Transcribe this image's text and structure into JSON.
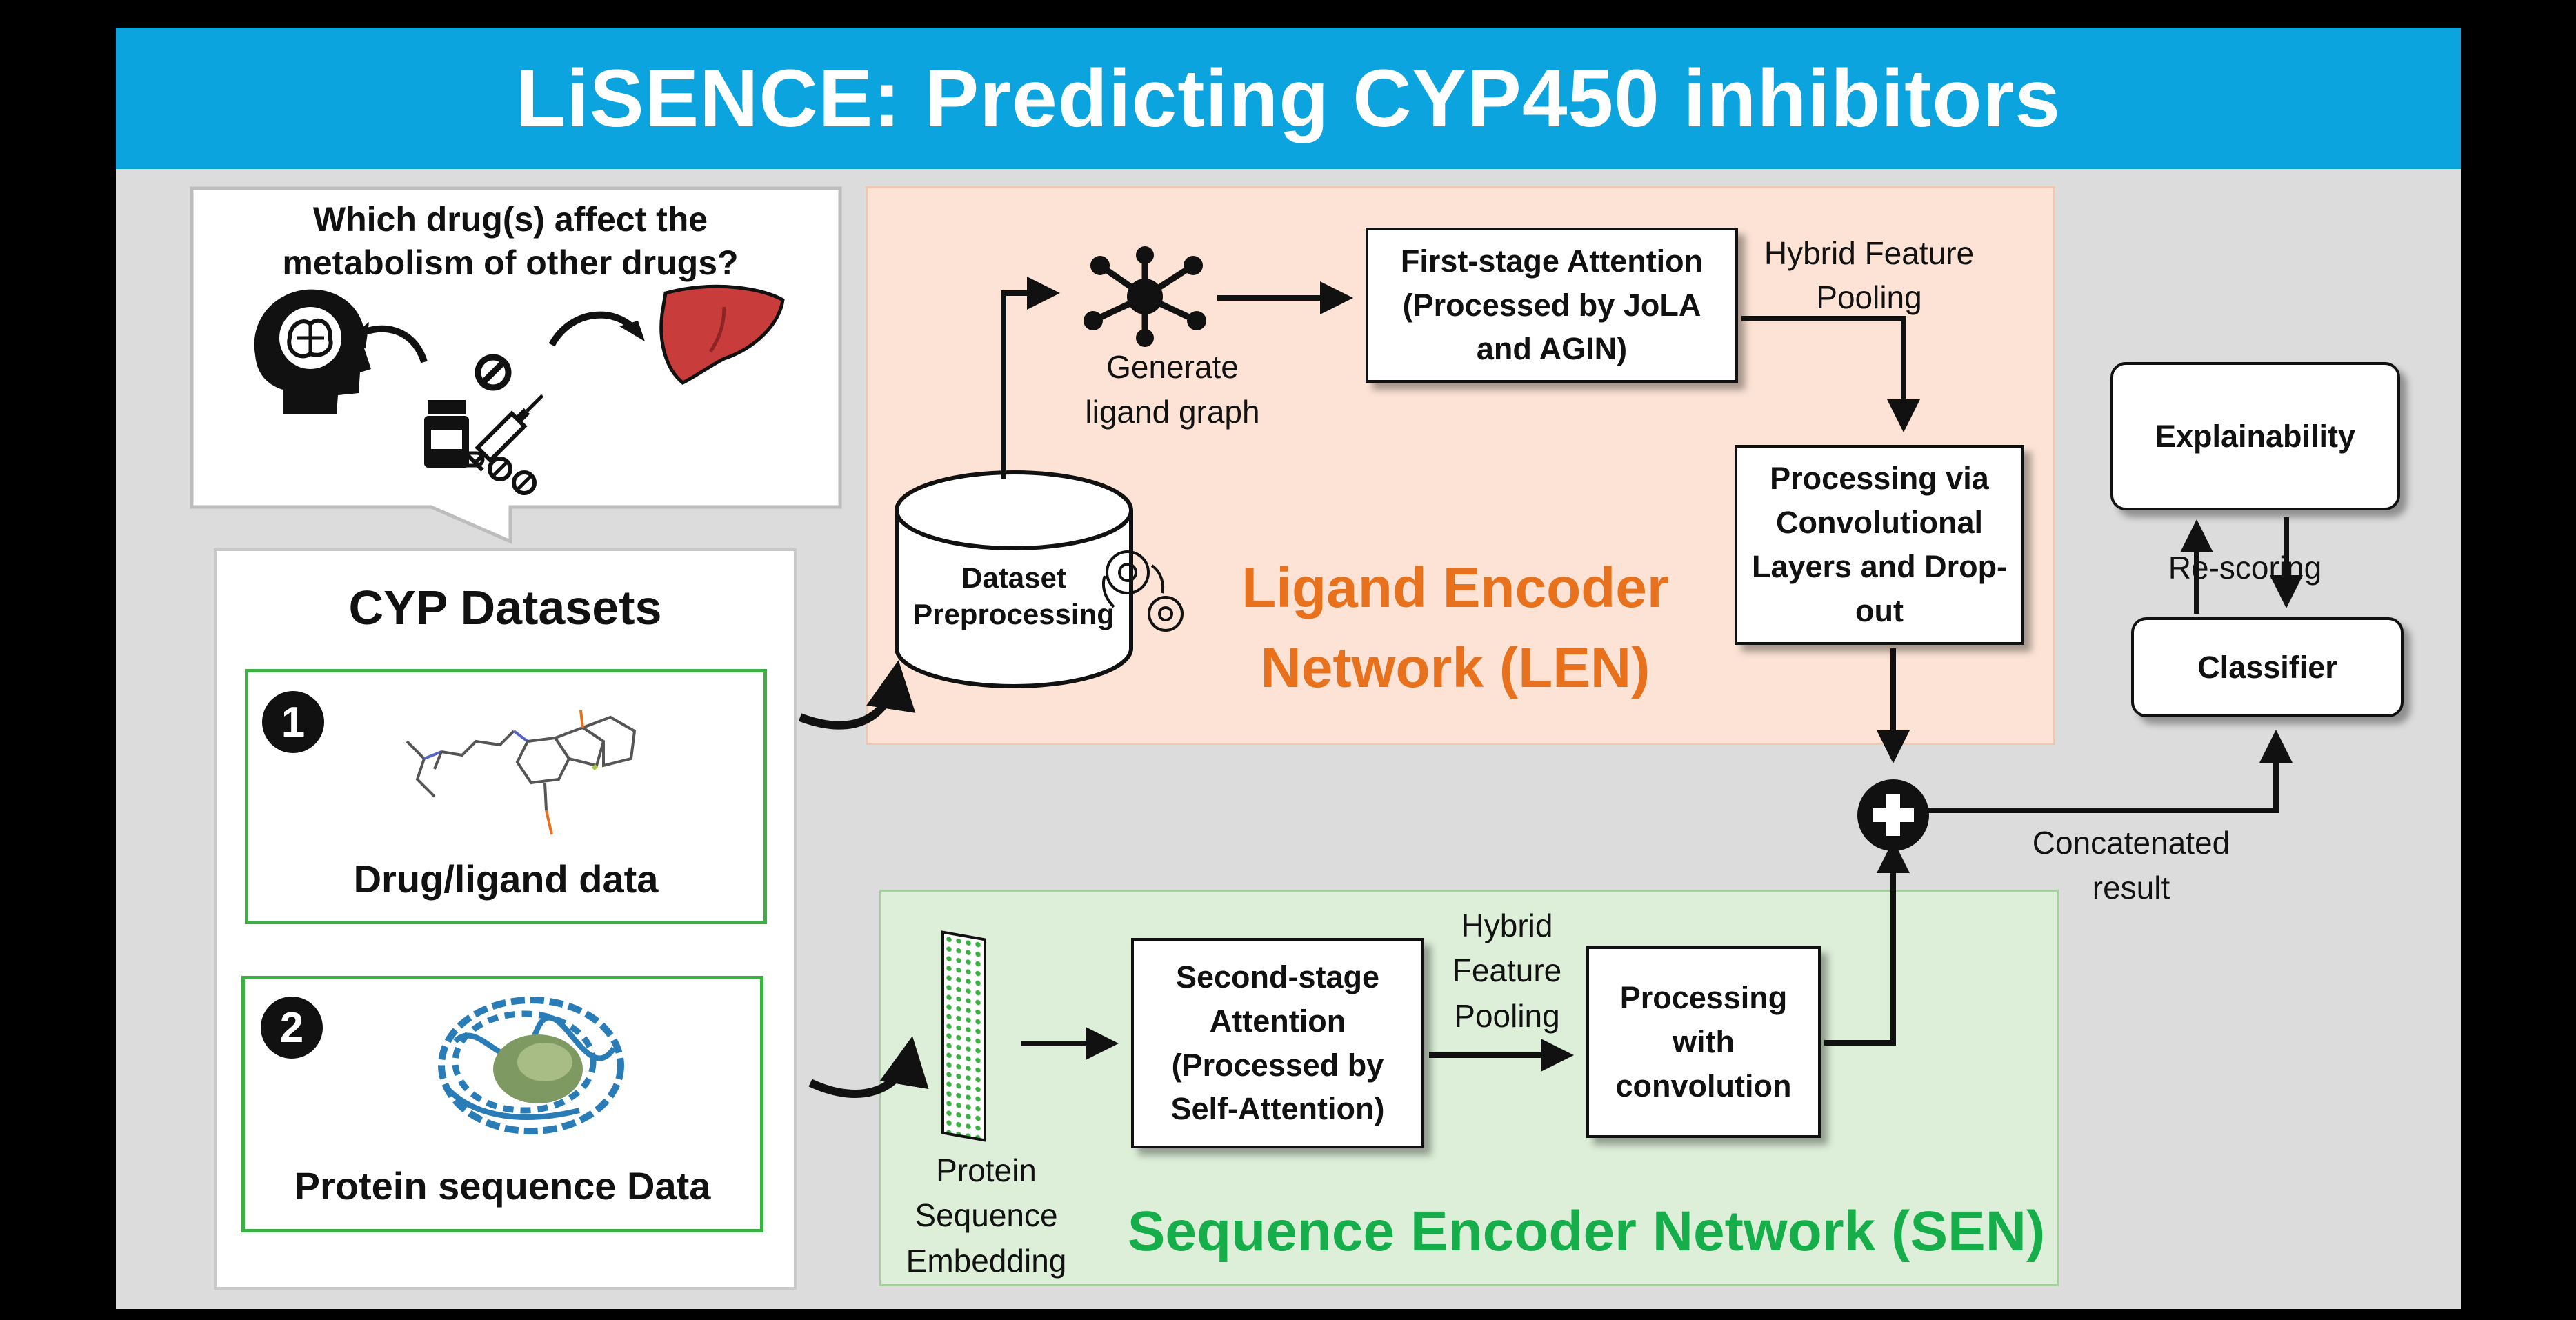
{
  "title": "LiSENCE: Predicting CYP450 inhibitors",
  "colors": {
    "title_bar": "#0BA4DF",
    "background": "#DCDCDC",
    "len_panel": "#FCE3D5",
    "len_text": "#E8711E",
    "sen_panel": "#DDEFD9",
    "sen_text": "#16AE4B",
    "card_border": "#3BB143",
    "liver": "#C83C3C",
    "protein": "#2A7CB6"
  },
  "question": {
    "text": "Which drug(s) affect the metabolism of other drugs?",
    "icons": [
      "head-brain-icon",
      "arrow-left-curved-icon",
      "no-sign-icon",
      "arrow-right-curved-icon",
      "liver-icon",
      "pill-bottle-icon",
      "syringe-icon",
      "pills-icon"
    ]
  },
  "datasets": {
    "title": "CYP Datasets",
    "items": [
      {
        "number": "1",
        "label": "Drug/ligand data",
        "icon": "molecule-structure-icon"
      },
      {
        "number": "2",
        "label": "Protein sequence Data",
        "icon": "protein-structure-icon"
      }
    ]
  },
  "len": {
    "title": "Ligand Encoder Network (LEN)",
    "preprocessing": "Dataset Preprocessing",
    "graph_caption": "Generate ligand graph",
    "first_attention": "First-stage Attention (Processed by JoLA and AGIN)",
    "pooling": "Hybrid Feature Pooling",
    "conv": "Processing via Convolutional Layers and Drop-out"
  },
  "sen": {
    "title": "Sequence Encoder Network (SEN)",
    "embedding": "Protein Sequence Embedding",
    "second_attention": "Second-stage Attention (Processed by Self-Attention)",
    "pooling": "Hybrid Feature Pooling",
    "conv": "Processing with convolution"
  },
  "output": {
    "explainability": "Explainability",
    "rescoring": "Re-scoring",
    "classifier": "Classifier",
    "concatenated": "Concatenated result"
  }
}
